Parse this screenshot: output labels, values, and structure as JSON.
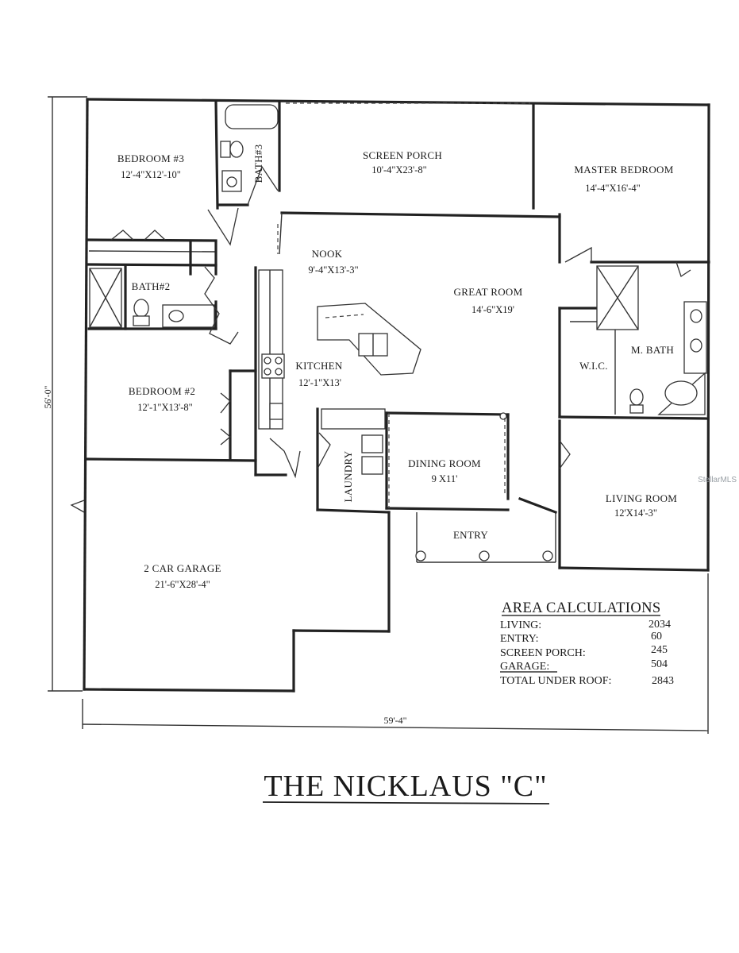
{
  "rooms": {
    "bedroom3": {
      "name": "BEDROOM #3",
      "dims": "12'-4\"X12'-10\""
    },
    "bath3": {
      "name": "BATH#3"
    },
    "screen_porch": {
      "name": "SCREEN PORCH",
      "dims": "10'-4\"X23'-8\""
    },
    "master_bedroom": {
      "name": "MASTER BEDROOM",
      "dims": "14'-4\"X16'-4\""
    },
    "nook": {
      "name": "NOOK",
      "dims": "9'-4\"X13'-3\""
    },
    "great_room": {
      "name": "GREAT ROOM",
      "dims": "14'-6\"X19'"
    },
    "bath2": {
      "name": "BATH#2"
    },
    "kitchen": {
      "name": "KITCHEN",
      "dims": "12'-1\"X13'"
    },
    "wic": {
      "name": "W.I.C."
    },
    "mbath": {
      "name": "M. BATH"
    },
    "bedroom2": {
      "name": "BEDROOM #2",
      "dims": "12'-1\"X13'-8\""
    },
    "dining_room": {
      "name": "DINING ROOM",
      "dims": "9 X11'"
    },
    "laundry": {
      "name": "LAUNDRY"
    },
    "living_room": {
      "name": "LIVING ROOM",
      "dims": "12'X14'-3\""
    },
    "entry": {
      "name": "ENTRY"
    },
    "garage": {
      "name": "2 CAR GARAGE",
      "dims": "21'-6\"X28'-4\""
    }
  },
  "overall_dims": {
    "depth": "56'-0\"",
    "width": "59'-4\""
  },
  "area_calculations": {
    "heading": "AREA CALCULATIONS",
    "rows": [
      {
        "label": "LIVING:",
        "value": "2034"
      },
      {
        "label": "ENTRY:",
        "value": "60"
      },
      {
        "label": "SCREEN PORCH:",
        "value": "245"
      },
      {
        "label": "GARAGE:",
        "value": "504"
      },
      {
        "label": "TOTAL UNDER ROOF:",
        "value": "2843"
      }
    ]
  },
  "title": "THE NICKLAUS \"C\"",
  "watermark": "StellarMLS"
}
